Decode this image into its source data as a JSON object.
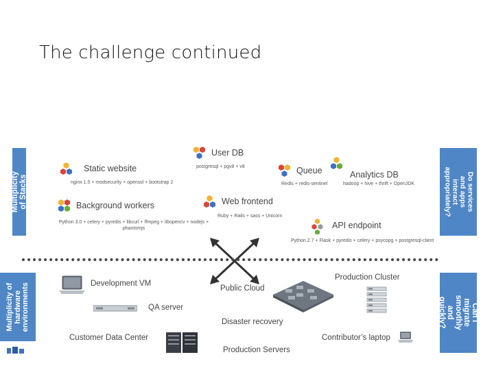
{
  "slide": {
    "title": "The challenge continued"
  },
  "bands": {
    "stacks": "Multiplicity of Stacks",
    "hardware": "Multiplicity of\nhardware\nenvironments",
    "interact": "Do services and apps\ninteract\nappropriately?",
    "migrate": "Can I migrate\nsmoothly and\nquickly?"
  },
  "stacks": {
    "user_db": {
      "name": "User DB",
      "tech": "postgresql + pgv8 + v8"
    },
    "static_website": {
      "name": "Static website",
      "tech": "nginx 1.5 + modsecurity + openssl + bootstrap 2"
    },
    "queue": {
      "name": "Queue",
      "tech": "Redis + redis-sentinel"
    },
    "analytics_db": {
      "name": "Analytics DB",
      "tech": "hadoop + hive + thrift + OpenJDK"
    },
    "background_workers": {
      "name": "Background workers",
      "tech": "Python 3.0 + celery + pyredis + libcurl + ffmpeg + libopencv + nodejs +\nphantomjs"
    },
    "web_frontend": {
      "name": "Web frontend",
      "tech": "Ruby + Rails + sass + Unicorn"
    },
    "api_endpoint": {
      "name": "API endpoint",
      "tech": "Python 2.7 + Flask + pyredis + celery + psycopg + postgresql-client"
    }
  },
  "environments": {
    "development_vm": "Development VM",
    "qa_server": "QA server",
    "public_cloud": "Public Cloud",
    "production_cluster": "Production Cluster",
    "disaster_recovery": "Disaster recovery",
    "customer_data_center": "Customer Data Center",
    "contributors_laptop": "Contributor’s laptop",
    "production_servers": "Production Servers"
  },
  "colors": {
    "band": "#4f86c6",
    "hex_yellow": "#f2b233",
    "hex_red": "#d9453a",
    "hex_blue": "#3e6fc2",
    "hex_green": "#6aac3d",
    "hex_gray": "#9a9a9a"
  }
}
